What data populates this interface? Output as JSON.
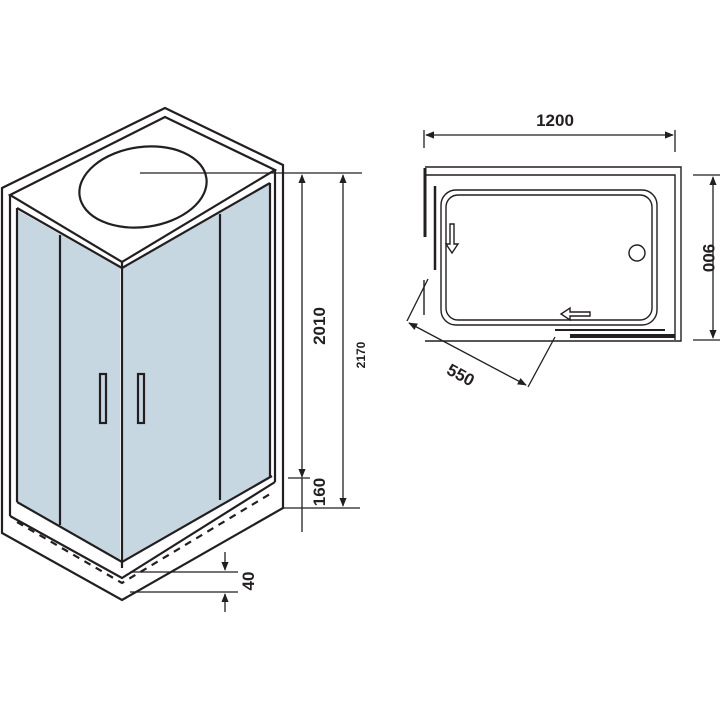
{
  "colors": {
    "glass": "#c7d7e1",
    "line": "#231f20",
    "background": "#ffffff"
  },
  "perspective_view": {
    "dimensions": {
      "cabin_height": "2010",
      "total_height": "2170",
      "tray_height": "160",
      "tray_offset": "40"
    }
  },
  "plan_view": {
    "dimensions": {
      "width": "1200",
      "depth": "900",
      "door_opening": "550"
    }
  }
}
